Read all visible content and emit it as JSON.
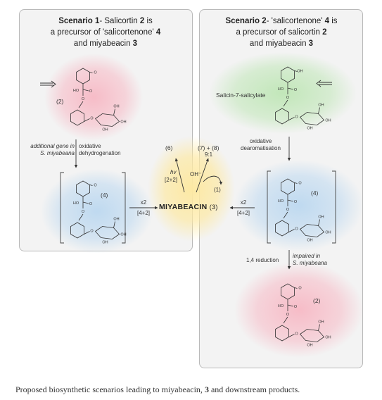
{
  "scenario1": {
    "title_prefix": "Scenario 1",
    "title_rest": "- Salicortin ",
    "title_num1": "2",
    "title_mid": " is",
    "line2_text": "a precursor of  'salicortenone' ",
    "line2_num": "4",
    "line3_text": "and miyabeacin ",
    "line3_num": "3",
    "label_2": "(2)",
    "side_italic_1": "additional gene in",
    "side_italic_2": "S. miyabeana",
    "side_text_1": "oxidative",
    "side_text_2": "dehydrogenation",
    "label_4": "(4)",
    "arrow_top": "x2",
    "arrow_bottom": "[4+2]"
  },
  "scenario2": {
    "title_prefix": "Scenario 2",
    "title_rest": "- 'salicortenone'  ",
    "title_num1": "4",
    "title_mid": " is",
    "line2_text": "a precursor of salicortin ",
    "line2_num": "2",
    "line3_text": "and miyabeacin ",
    "line3_num": "3",
    "compound_label": "Salicin-7-salicylate",
    "side_text_1": "oxidative",
    "side_text_2": "dearomatisation",
    "label_4": "(4)",
    "arrow_top": "x2",
    "arrow_bottom": "[4+2]",
    "reduction": "1,4 reduction",
    "impaired_1": "impaired in",
    "impaired_2": "S. miyabeana",
    "label_2": "(2)"
  },
  "center": {
    "label_6": "(6)",
    "label_78": "(7) + (8)",
    "ratio": "9:1",
    "hv": "hv",
    "cyclo": "[2+2]",
    "oh": "OH⁻",
    "label_1": "(1)",
    "main_name": "MIYABEACIN",
    "main_num": "(3)"
  },
  "caption": {
    "text_before": "Proposed biosynthetic scenarios leading to miyabeacin, ",
    "num": "3",
    "text_after": " and downstream products."
  },
  "colors": {
    "panel_bg": "#f3f3f3",
    "panel_border": "#b9b9b9",
    "glow_red": "#f7b9c5",
    "glow_green": "#bfe6b6",
    "glow_blue": "#bcd8f0",
    "glow_yellow": "#fde9a4"
  },
  "atoms": {
    "O": "O",
    "OH": "OH",
    "HO": "HO",
    "OH_minus": "OH⁻"
  }
}
